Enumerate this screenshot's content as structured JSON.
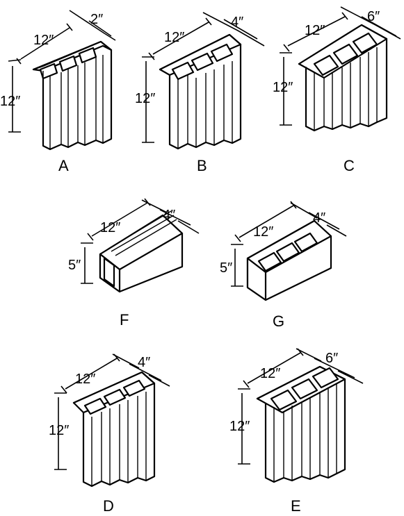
{
  "blocks": [
    {
      "id": "A",
      "label": "A",
      "length": "12″",
      "height": "12″",
      "width": "2″"
    },
    {
      "id": "B",
      "label": "B",
      "length": "12″",
      "height": "12″",
      "width": "4″"
    },
    {
      "id": "C",
      "label": "C",
      "length": "12″",
      "height": "12″",
      "width": "6″"
    },
    {
      "id": "F",
      "label": "F",
      "length": "12″",
      "height": "5″",
      "width": "4″"
    },
    {
      "id": "G",
      "label": "G",
      "length": "12″",
      "height": "5″",
      "width": "4″"
    },
    {
      "id": "D",
      "label": "D",
      "length": "12″",
      "height": "12″",
      "width": "4″"
    },
    {
      "id": "E",
      "label": "E",
      "length": "12″",
      "height": "12″",
      "width": "6″"
    }
  ]
}
